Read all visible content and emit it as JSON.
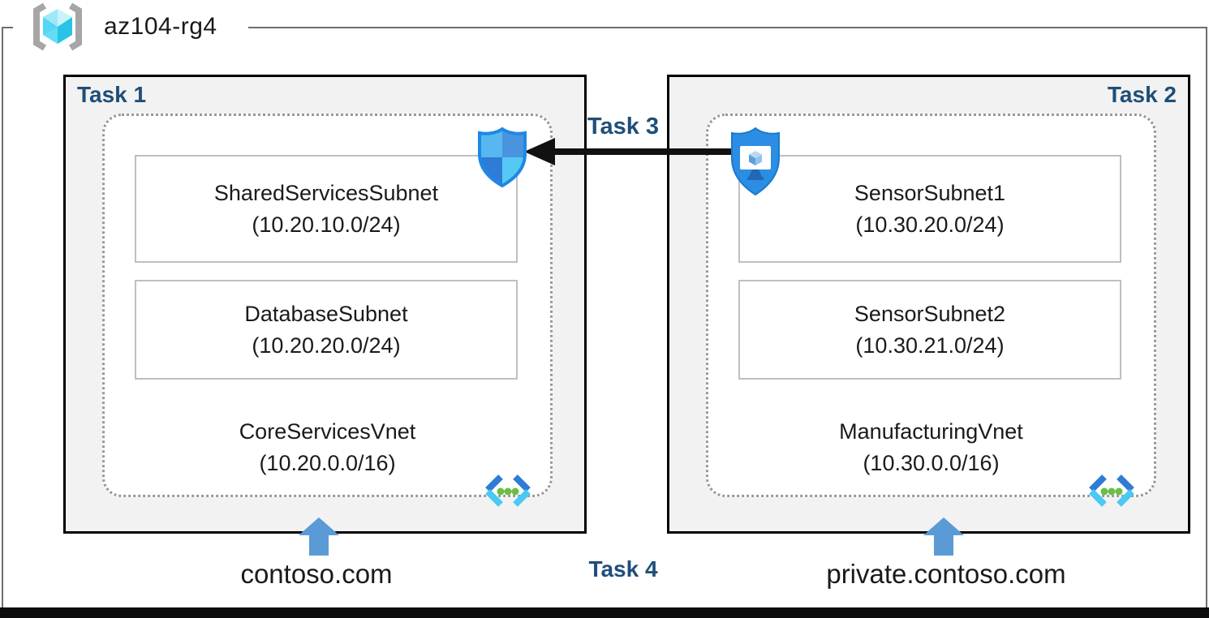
{
  "resource_group": {
    "name": "az104-rg4"
  },
  "task_labels": {
    "task1": "Task 1",
    "task2": "Task 2",
    "task3": "Task 3",
    "task4": "Task 4"
  },
  "vnets": [
    {
      "name": "CoreServicesVnet",
      "cidr": "(10.20.0.0/16)",
      "dns": "contoso.com",
      "subnets": [
        {
          "name": "SharedServicesSubnet",
          "cidr": "(10.20.10.0/24)"
        },
        {
          "name": "DatabaseSubnet",
          "cidr": "(10.20.20.0/24)"
        }
      ]
    },
    {
      "name": "ManufacturingVnet",
      "cidr": "(10.30.0.0/16)",
      "dns": "private.contoso.com",
      "subnets": [
        {
          "name": "SensorSubnet1",
          "cidr": "(10.30.20.0/24)"
        },
        {
          "name": "SensorSubnet2",
          "cidr": "(10.30.21.0/24)"
        }
      ]
    }
  ],
  "icons": {
    "resource_group": "resource-group-icon",
    "network_security_group": "nsg-shield-icon",
    "bastion": "bastion-shield-icon",
    "virtual_network": "virtual-network-icon",
    "dns_pointer": "blue-up-arrow-icon",
    "peering": "black-left-arrow"
  },
  "colors": {
    "task_label_navy": "#1F4E79",
    "box_background": "#F2F2F2",
    "box_border": "#000000",
    "vnet_dotted_border": "#999999",
    "subnet_border": "#BFBFBF",
    "dns_arrow_blue": "#5B9BD5",
    "peering_arrow_black": "#111111",
    "vnet_icon_blue": "#2E7CD6",
    "vnet_icon_cyan": "#4AC9F4",
    "vnet_icon_green": "#6CBE45",
    "rg_bracket_gray": "#A6A6A6",
    "rg_cube_cyan": "#4ED7F3",
    "nsg_outline_blue": "#1E88E5",
    "bastion_blue": "#2B8DE3"
  }
}
